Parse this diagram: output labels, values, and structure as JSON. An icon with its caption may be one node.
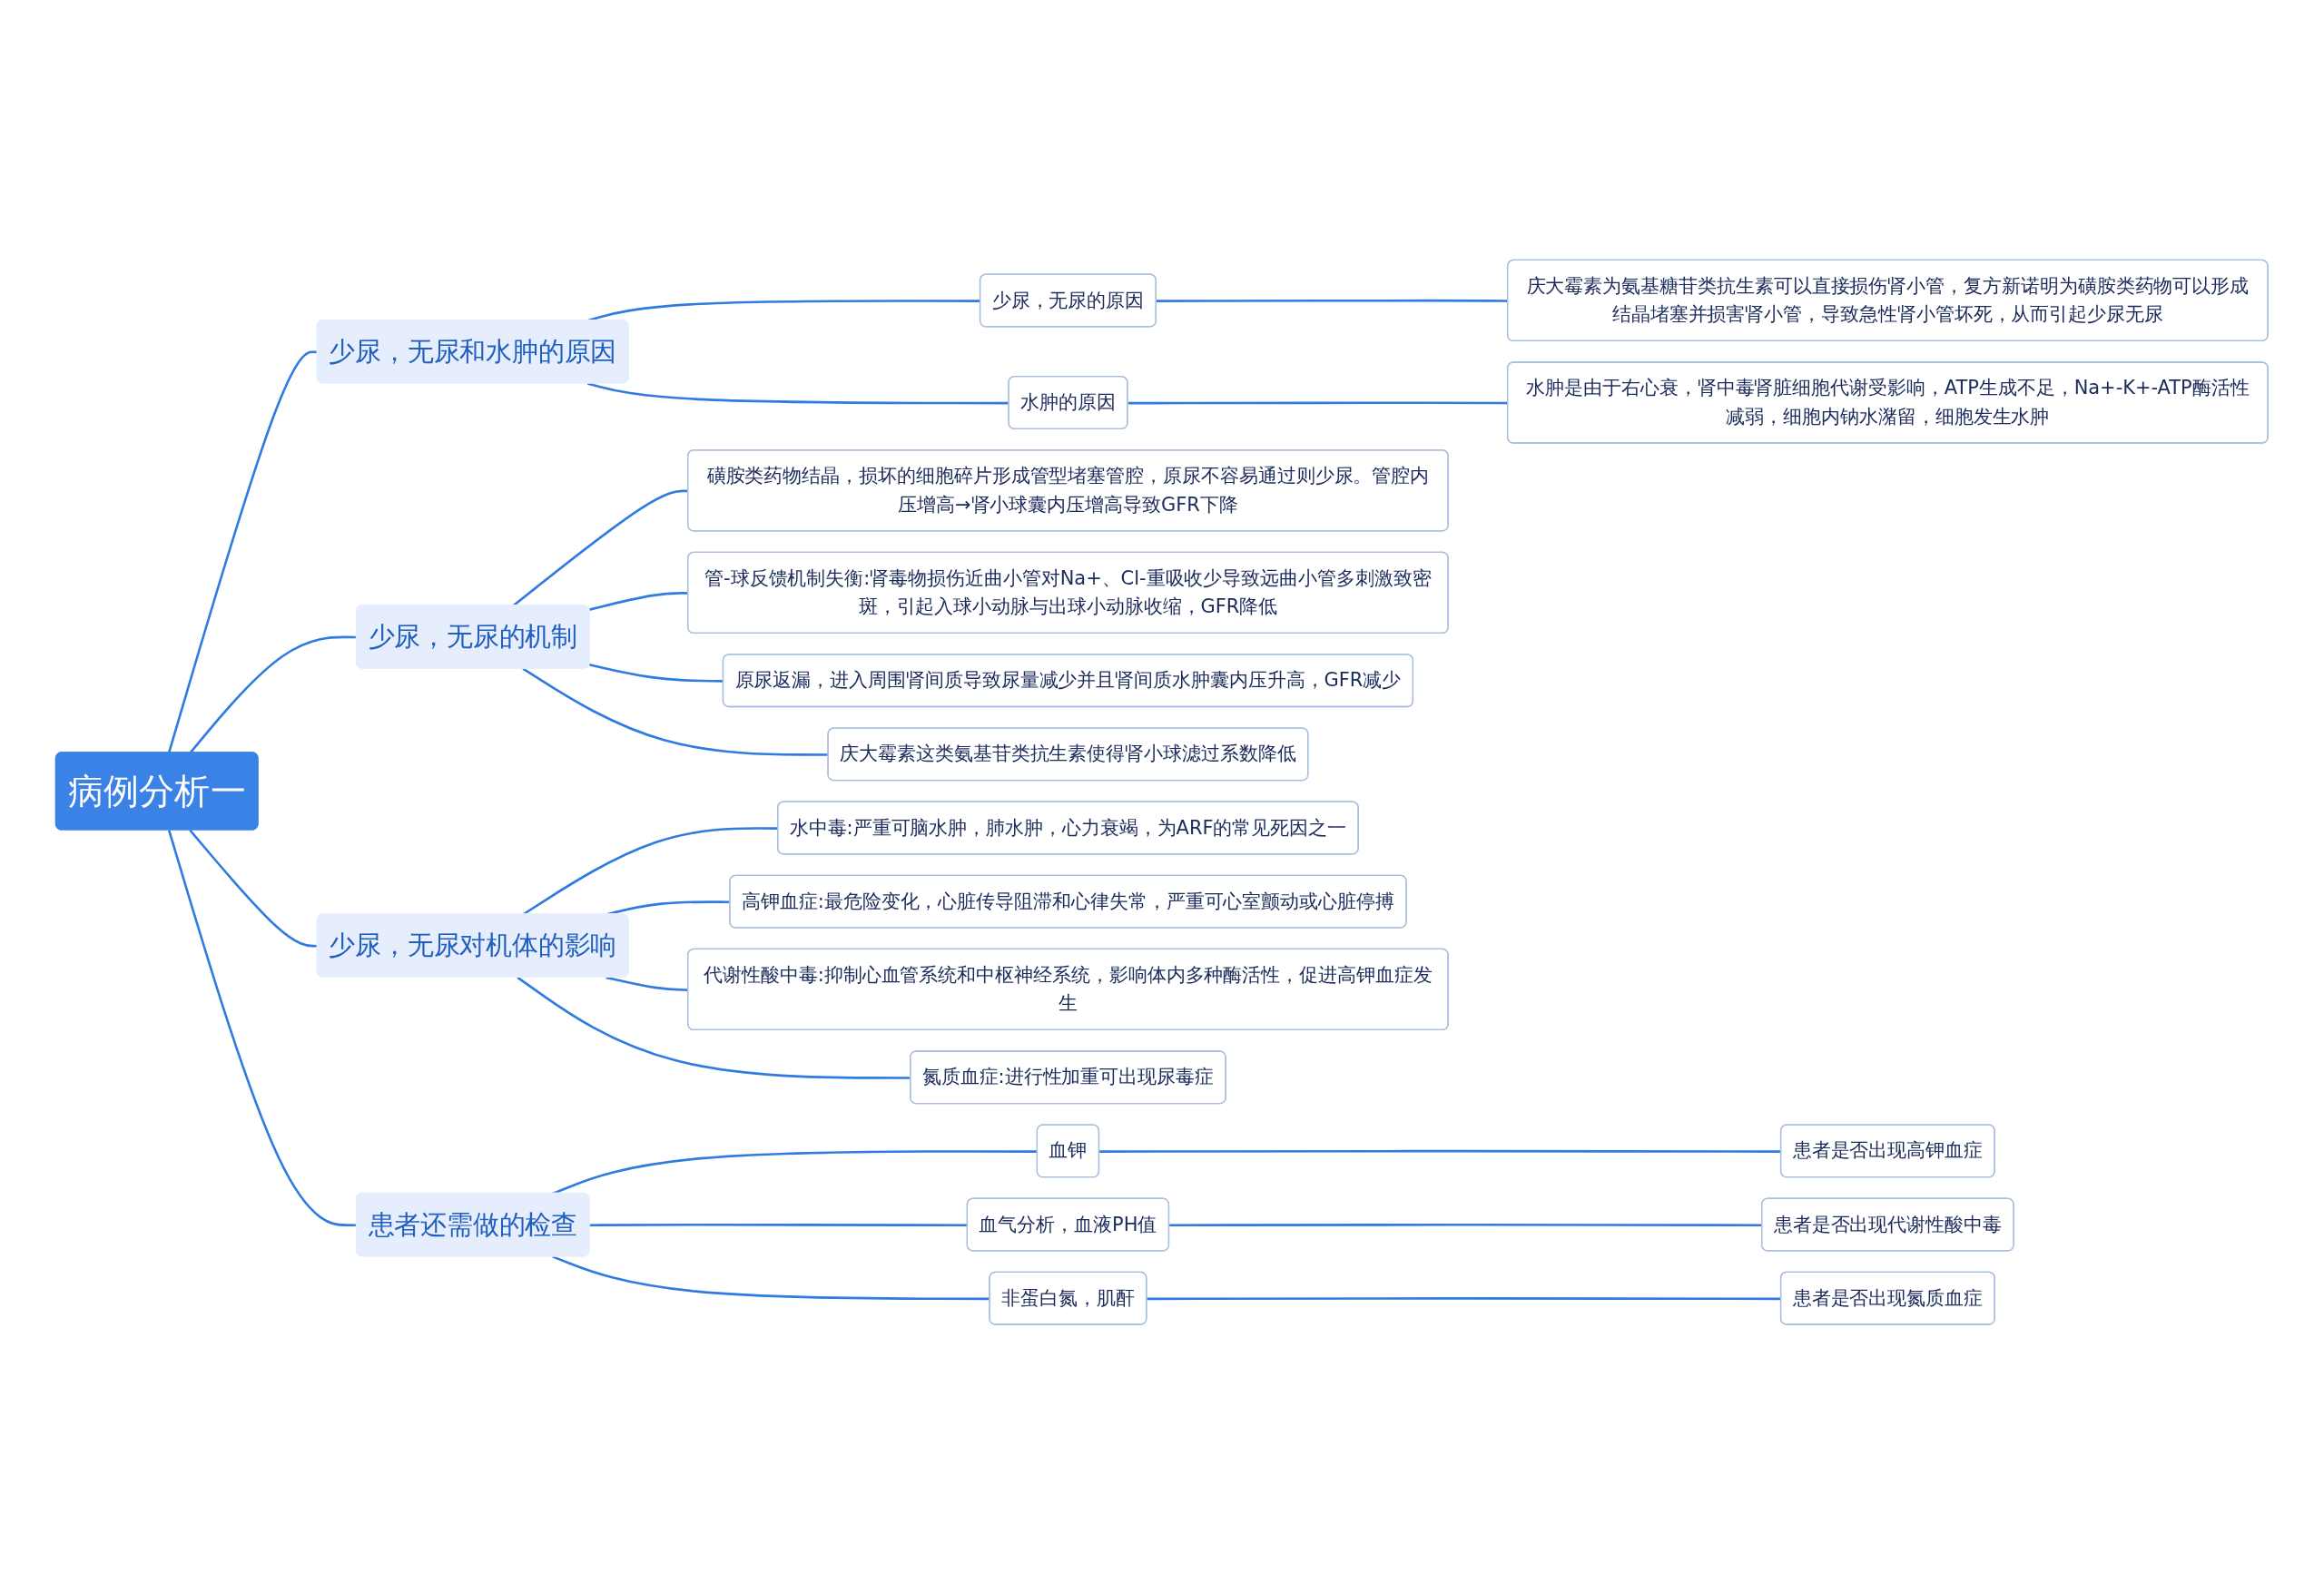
{
  "diagram": {
    "nodes": [
      {
        "text": [
          "病例分析一"
        ]
      },
      {
        "text": [
          "少尿，无尿和水肿的原因"
        ]
      },
      {
        "text": [
          "少尿，无尿的原因"
        ]
      },
      {
        "text": [
          "庆大霉素为氨基糖苷类抗生素可以直接损伤肾小管，复方新诺明为磺胺类药物可以形成结晶堵塞并损害肾小管，导致急性肾小管坏死，从而引起少尿无尿"
        ]
      },
      {
        "text": [
          "水肿的原因"
        ]
      },
      {
        "text": [
          "水肿是由于右心衰，肾中毒肾脏细胞代谢受影响，ATP生成不足，Na+-K+-ATP酶活性减弱，细胞内钠水潴留，细胞发生水肿"
        ]
      },
      {
        "text": [
          "少尿，无尿的机制"
        ]
      },
      {
        "text": [
          "磺胺类药物结晶，损坏的细胞碎片形成管型堵塞管腔，原尿不容易通过则少尿。管腔内压增高→肾小球囊内压增高导致GFR下降"
        ]
      },
      {
        "text": [
          "管-球反馈机制失衡:肾毒物损伤近曲小管对Na+、Cl-重吸收少导致远曲小管多刺激致密斑，引起入球小动脉与出球小动脉收缩，GFR降低"
        ]
      },
      {
        "text": [
          "原尿返漏，进入周围肾间质导致尿量减少并且肾间质水肿囊内压升高，GFR减少"
        ]
      },
      {
        "text": [
          "庆大霉素这类氨基苷类抗生素使得肾小球滤过系数降低"
        ]
      },
      {
        "text": [
          "少尿，无尿对机体的影响"
        ]
      },
      {
        "text": [
          "水中毒:严重可脑水肿，肺水肿，心力衰竭，为ARF的常见死因之一"
        ]
      },
      {
        "text": [
          "高钾血症:最危险变化，心脏传导阻滞和心律失常，严重可心室颤动或心脏停搏"
        ]
      },
      {
        "text": [
          "代谢性酸中毒:抑制心血管系统和中枢神经系统，影响体内多种酶活性，促进高钾血症发生"
        ]
      },
      {
        "text": [
          "氮质血症:进行性加重可出现尿毒症"
        ]
      },
      {
        "text": [
          "患者还需做的检查"
        ]
      },
      {
        "text": [
          "血钾"
        ]
      },
      {
        "text": [
          "患者是否出现高钾血症"
        ]
      },
      {
        "text": [
          "血气分析，血液PH值"
        ]
      },
      {
        "text": [
          "患者是否出现代谢性酸中毒"
        ]
      },
      {
        "text": [
          "非蛋白氮，肌酐"
        ]
      },
      {
        "text": [
          "患者是否出现氮质血症"
        ]
      }
    ],
    "edges": [
      {
        "from": 0,
        "to": 1,
        "arrow": "none"
      },
      {
        "from": 1,
        "to": 2,
        "arrow": "none"
      },
      {
        "from": 2,
        "to": 3,
        "arrow": "none"
      },
      {
        "from": 1,
        "to": 4,
        "arrow": "none"
      },
      {
        "from": 4,
        "to": 5,
        "arrow": "none"
      },
      {
        "from": 0,
        "to": 6,
        "arrow": "none"
      },
      {
        "from": 6,
        "to": 7,
        "arrow": "none"
      },
      {
        "from": 6,
        "to": 8,
        "arrow": "none"
      },
      {
        "from": 6,
        "to": 9,
        "arrow": "none"
      },
      {
        "from": 6,
        "to": 10,
        "arrow": "none"
      },
      {
        "from": 0,
        "to": 11,
        "arrow": "none"
      },
      {
        "from": 11,
        "to": 12,
        "arrow": "none"
      },
      {
        "from": 11,
        "to": 13,
        "arrow": "none"
      },
      {
        "from": 11,
        "to": 14,
        "arrow": "none"
      },
      {
        "from": 11,
        "to": 15,
        "arrow": "none"
      },
      {
        "from": 0,
        "to": 16,
        "arrow": "none"
      },
      {
        "from": 16,
        "to": 17,
        "arrow": "none"
      },
      {
        "from": 17,
        "to": 18,
        "arrow": "none"
      },
      {
        "from": 16,
        "to": 19,
        "arrow": "none"
      },
      {
        "from": 19,
        "to": 20,
        "arrow": "none"
      },
      {
        "from": 16,
        "to": 21,
        "arrow": "none"
      },
      {
        "from": 21,
        "to": 22,
        "arrow": "none"
      }
    ]
  }
}
